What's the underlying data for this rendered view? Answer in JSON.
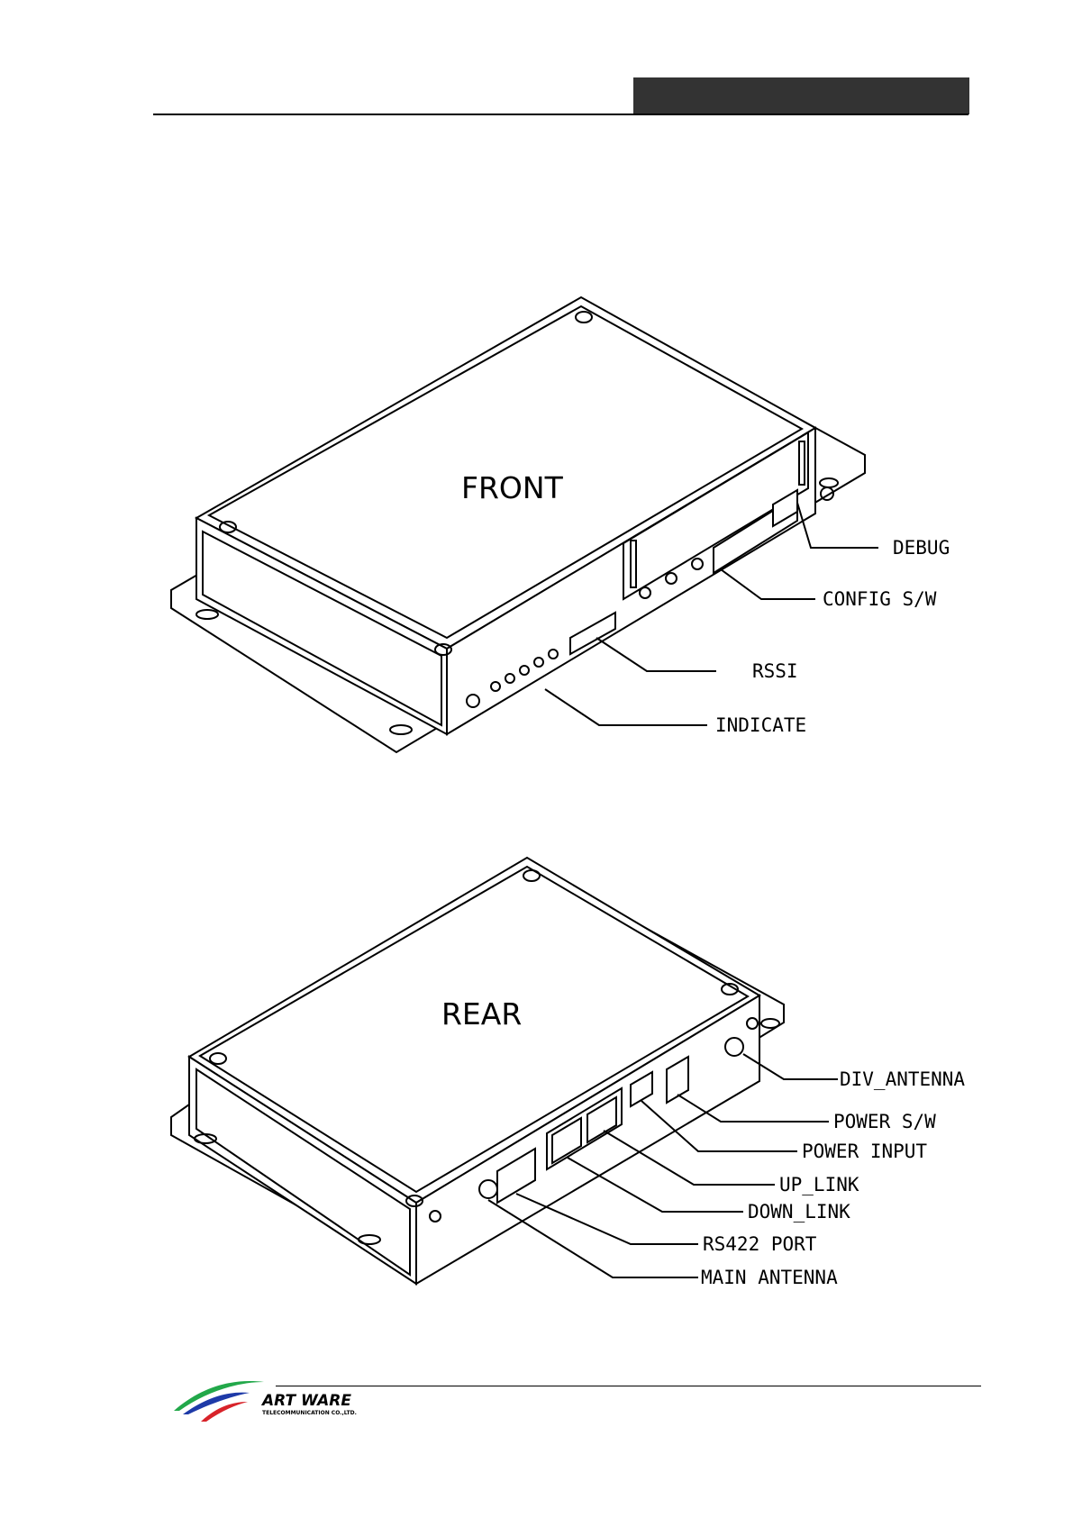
{
  "front": {
    "caption": "FRONT",
    "callouts": [
      "DEBUG",
      "CONFIG S/W",
      "RSSI",
      "INDICATE"
    ]
  },
  "rear": {
    "caption": "REAR",
    "callouts": [
      "DIV_ANTENNA",
      "POWER S/W",
      "POWER INPUT",
      "UP_LINK",
      "DOWN_LINK",
      "RS422 PORT",
      "MAIN ANTENNA"
    ]
  },
  "footer": {
    "logo_name": "ART WARE",
    "logo_sub": "TELECOMMUNICATION CO.,LTD.",
    "colors": {
      "green": "#22a84a",
      "blue": "#1e3aa8",
      "red": "#d8232a"
    }
  }
}
